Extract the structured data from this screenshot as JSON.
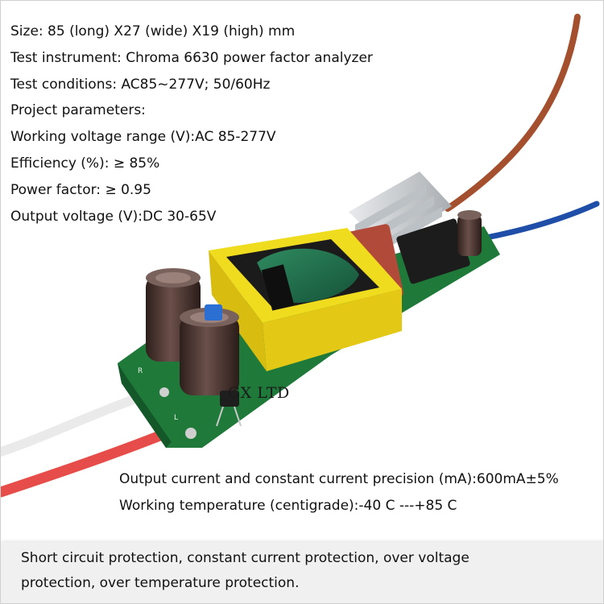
{
  "specs": [
    "Size: 85 (long) X27 (wide) X19 (high) mm",
    "Test instrument: Chroma 6630 power factor analyzer",
    "Test conditions: AC85~277V; 50/60Hz",
    "Project parameters:",
    "Working voltage range (V):AC 85-277V",
    "Efficiency (%): ≥ 85%",
    "Power factor: ≥ 0.95",
    "Output voltage (V):DC 30-65V"
  ],
  "specs_mid": [
    "Output current and constant current precision (mA):600mA±5%",
    "Working temperature (centigrade):-40 C ---+85 C"
  ],
  "protection_note": "Short circuit protection, constant current protection, over voltage protection, over temperature protection.",
  "watermark": "GX LTD",
  "colors": {
    "pcb": "#1f7a3a",
    "transformer_bobbin": "#f0dc1e",
    "transformer_coil": "#1f6b4a",
    "capacitor": "#4a3430",
    "brown_wire": "#a4502e",
    "blue_wire": "#1f4ea8",
    "red_wire": "#e64d4a",
    "white_wire": "#fafafa",
    "heatsink": "#cfd3d6"
  }
}
